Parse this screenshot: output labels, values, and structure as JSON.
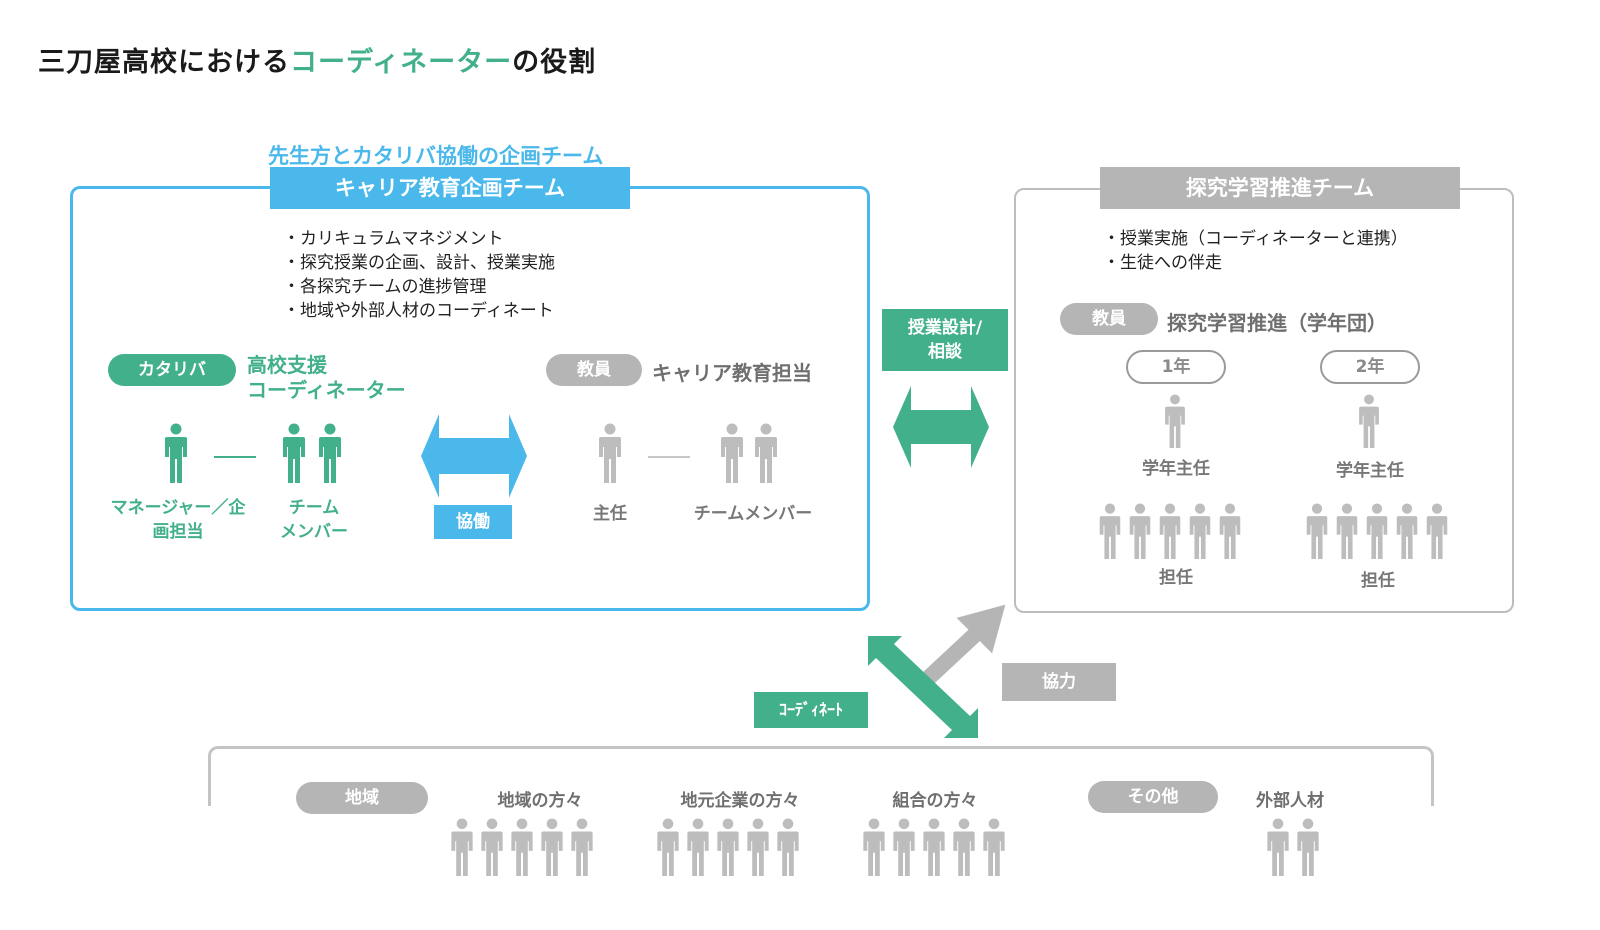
{
  "title": {
    "prefix": "三刀屋高校における",
    "accent": "コーディネーター",
    "suffix": "の役割"
  },
  "career_team": {
    "subtitle": "先生方とカタリバ協働の企画チーム",
    "banner": "キャリア教育企画チーム",
    "bullets": [
      "・カリキュラムマネジメント",
      "・探究授業の企画、設計、授業実施",
      "・各探究チームの進捗管理",
      "・地域や外部人材のコーディネート"
    ],
    "katariba": {
      "pill": "カタリバ",
      "role_line1": "高校支援",
      "role_line2": "コーディネーター",
      "manager_line1": "マネージャー／企",
      "manager_line2": "画担当",
      "member_line1": "チーム",
      "member_line2": "メンバー"
    },
    "collab_label": "協働",
    "teachers": {
      "pill": "教員",
      "role": "キャリア教育担当",
      "chief": "主任",
      "members": "チームメンバー"
    }
  },
  "between_teams": {
    "line1": "授業設計/",
    "line2": "相談"
  },
  "inquiry_team": {
    "banner": "探究学習推進チーム",
    "bullets": [
      "・授業実施（コーディネーターと連携）",
      "・生徒への伴走"
    ],
    "pill": "教員",
    "role": "探究学習推進（学年団）",
    "grades": [
      {
        "label": "1年",
        "head": "学年主任",
        "homeroom": "担任"
      },
      {
        "label": "2年",
        "head": "学年主任",
        "homeroom": "担任"
      }
    ]
  },
  "links": {
    "coordinate": "ｺｰﾃﾞｨﾈｰﾄ",
    "cooperate": "協力"
  },
  "community": {
    "region_pill": "地域",
    "groups": [
      "地域の方々",
      "地元企業の方々",
      "組合の方々"
    ],
    "other_pill": "その他",
    "external": "外部人材"
  },
  "colors": {
    "green": "#43b08c",
    "blue": "#4bb8ec",
    "gray": "#b5b5b5",
    "person_gray": "#bdbdbd"
  },
  "icons": {
    "person": "person-icon",
    "double_arrow": "double-arrow-icon"
  }
}
